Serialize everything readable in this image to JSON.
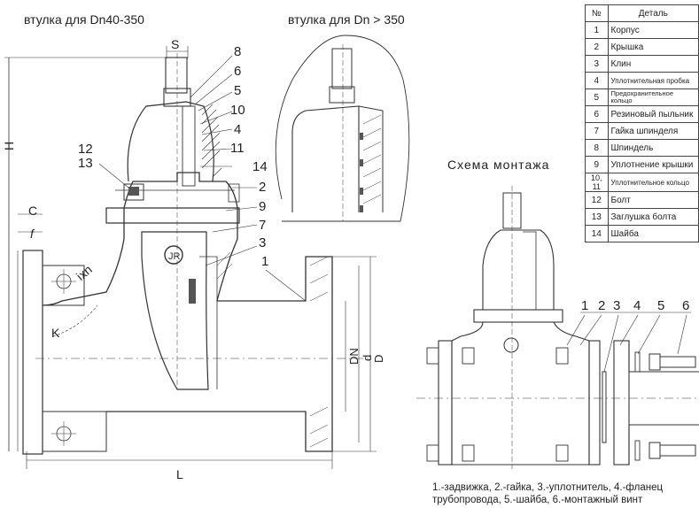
{
  "headings": {
    "left": "втулка  для Dn40-350",
    "right": "втулка  для Dn > 350",
    "mounting": "Схема  монтажа"
  },
  "callouts": {
    "left": [
      "8",
      "6",
      "5",
      "10",
      "4",
      "11",
      "14",
      "2",
      "9",
      "7",
      "3",
      "1"
    ],
    "left_pair": [
      "12",
      "13"
    ],
    "mounting": [
      "1",
      "2",
      "3",
      "4",
      "5",
      "6"
    ]
  },
  "dimensions": {
    "S": "S",
    "H": "H",
    "C": "C",
    "f": "f",
    "K": "K",
    "ixn": "ixn",
    "DN": "DN",
    "d": "d",
    "D": "D",
    "L": "L"
  },
  "table": {
    "headers": [
      "№",
      "Деталь"
    ],
    "rows": [
      {
        "n": "1",
        "name": "Корпус"
      },
      {
        "n": "2",
        "name": "Крышка"
      },
      {
        "n": "3",
        "name": "Клин"
      },
      {
        "n": "4",
        "name": "Уплотнительная пробка"
      },
      {
        "n": "5",
        "name": "Предохранительное кольцо"
      },
      {
        "n": "6",
        "name": "Резиновый пыльник"
      },
      {
        "n": "7",
        "name": "Гайка шпинделя"
      },
      {
        "n": "8",
        "name": "Шпиндель"
      },
      {
        "n": "9",
        "name": "Уплотнение крышки"
      },
      {
        "n": "10, 11",
        "name": "Уплотнительное кольцо"
      },
      {
        "n": "12",
        "name": "Болт"
      },
      {
        "n": "13",
        "name": "Заглушка болта"
      },
      {
        "n": "14",
        "name": "Шайба"
      }
    ]
  },
  "caption": {
    "line1": "1.-задвижка, 2.-гайка, 3.-уплотнитель, 4.-фланец",
    "line2": "трубопровода, 5.-шайба, 6.-монтажный винт"
  }
}
